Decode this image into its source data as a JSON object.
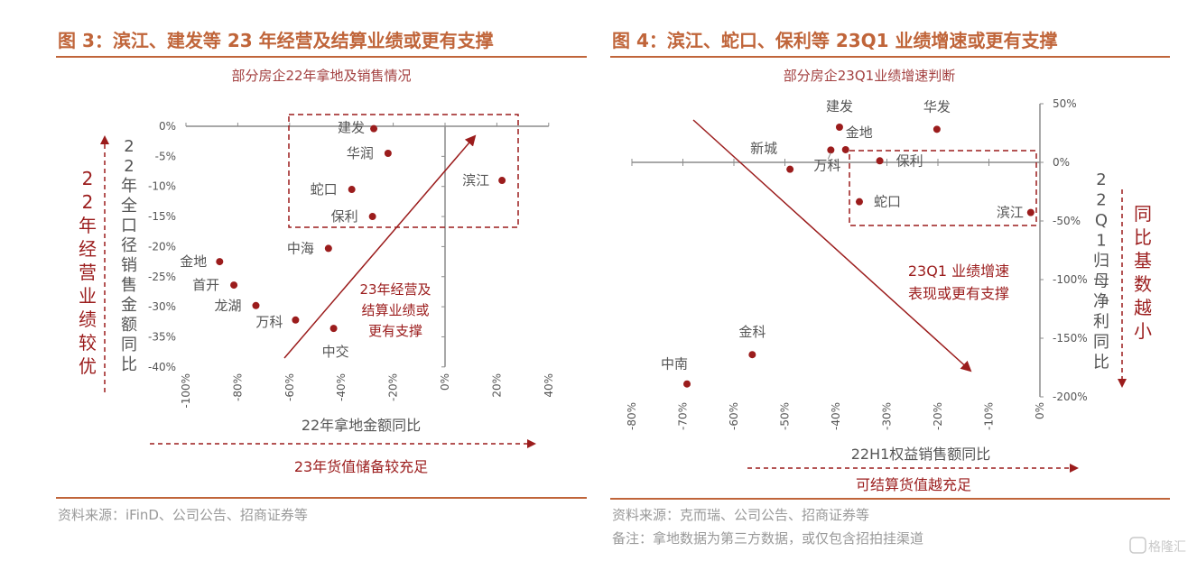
{
  "colors": {
    "title": "#c0653a",
    "accent": "#9b1c1c",
    "axis": "#8c8c8c",
    "text": "#555555"
  },
  "watermark": "格隆汇",
  "chart_data": [
    {
      "type": "scatter",
      "figure_title": "图 3：滨江、建发等 23 年经营及结算业绩或更有支撑",
      "title": "部分房企22年拿地及销售情况",
      "xlabel": "22年拿地金额同比",
      "ylabel": "22年全口径销售金额同比",
      "xlim": [
        -100,
        40
      ],
      "ylim": [
        -40,
        0
      ],
      "xticks": [
        "-100%",
        "-80%",
        "-60%",
        "-40%",
        "-20%",
        "0%",
        "20%",
        "40%"
      ],
      "yticks": [
        "0%",
        "-5%",
        "-10%",
        "-15%",
        "-20%",
        "-25%",
        "-30%",
        "-35%",
        "-40%"
      ],
      "points": [
        {
          "name": "建发",
          "x": -27.5,
          "y": -0.4
        },
        {
          "name": "华润",
          "x": -22,
          "y": -4.5
        },
        {
          "name": "蛇口",
          "x": -36,
          "y": -10.5
        },
        {
          "name": "保利",
          "x": -28,
          "y": -15
        },
        {
          "name": "中海",
          "x": -45,
          "y": -20.3
        },
        {
          "name": "滨江",
          "x": 22,
          "y": -9
        },
        {
          "name": "金地",
          "x": -87,
          "y": -22.5
        },
        {
          "name": "首开",
          "x": -81.5,
          "y": -26.4
        },
        {
          "name": "龙湖",
          "x": -73,
          "y": -29.8
        },
        {
          "name": "万科",
          "x": -57.7,
          "y": -32.2
        },
        {
          "name": "中交",
          "x": -43,
          "y": -33.6
        }
      ],
      "annotation": [
        "23年经营及",
        "结算业绩或",
        "更有支撑"
      ],
      "y_side_note": "22年经营业绩较优",
      "x_side_note": "23年货值储备较充足",
      "source": "资料来源：iFinD、公司公告、招商证券等"
    },
    {
      "type": "scatter",
      "figure_title": "图 4：滨江、蛇口、保利等 23Q1 业绩增速或更有支撑",
      "title": "部分房企23Q1业绩增速判断",
      "xlabel": "22H1权益销售额同比",
      "ylabel": "22Q1归母净利同比",
      "xlim": [
        -80,
        0
      ],
      "ylim": [
        -200,
        50
      ],
      "xticks": [
        "-80%",
        "-70%",
        "-60%",
        "-50%",
        "-40%",
        "-30%",
        "-20%",
        "-10%",
        "0%"
      ],
      "yticks": [
        "50%",
        "0%",
        "-50%",
        "-100%",
        "-150%",
        "-200%"
      ],
      "points": [
        {
          "name": "建发",
          "x": -39.3,
          "y": 30
        },
        {
          "name": "华发",
          "x": -20.2,
          "y": 28.2
        },
        {
          "name": "金地",
          "x": -38.1,
          "y": 10.8
        },
        {
          "name": "万科",
          "x": -41,
          "y": 10.5
        },
        {
          "name": "新城",
          "x": -49,
          "y": -5.9
        },
        {
          "name": "保利",
          "x": -31.4,
          "y": 1.3
        },
        {
          "name": "蛇口",
          "x": -35.4,
          "y": -33.6
        },
        {
          "name": "滨江",
          "x": -1.8,
          "y": -42.8
        },
        {
          "name": "金科",
          "x": -56.4,
          "y": -164
        },
        {
          "name": "中南",
          "x": -69.2,
          "y": -189
        }
      ],
      "annotation": [
        "23Q1 业绩增速",
        "表现或更有支撑"
      ],
      "y_side_note": "同比基数越小",
      "x_side_note": "可结算货值越充足",
      "source": "资料来源：克而瑞、公司公告、招商证券等",
      "note": "备注：拿地数据为第三方数据，或仅包含招拍挂渠道"
    }
  ]
}
